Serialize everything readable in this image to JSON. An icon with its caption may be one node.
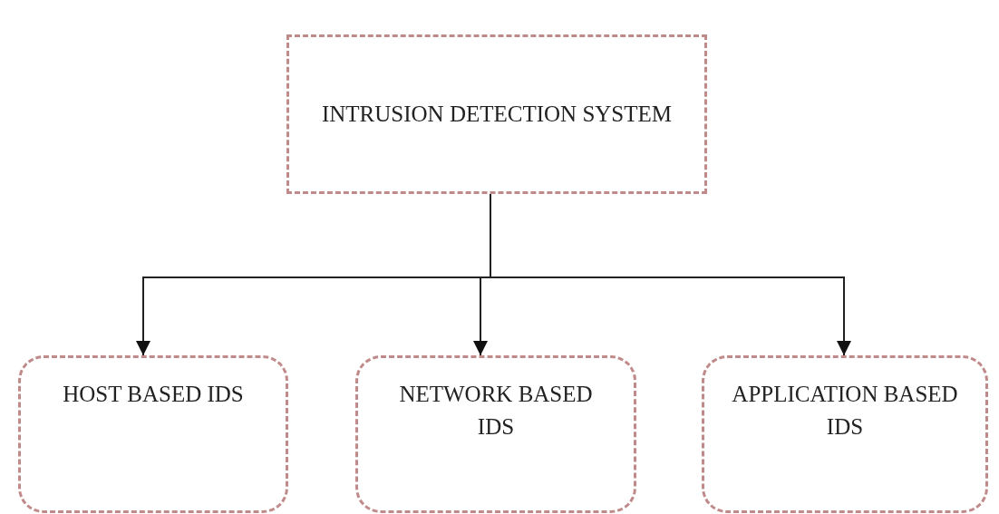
{
  "diagram": {
    "nodes": [
      {
        "text": [
          "INTRUSION DETECTION SYSTEM"
        ]
      },
      {
        "text": [
          "HOST BASED IDS"
        ]
      },
      {
        "text": [
          "NETWORK BASED IDS"
        ]
      },
      {
        "text": [
          "APPLICATION BASED IDS"
        ]
      }
    ],
    "edges": [
      {
        "from": 0,
        "to": 1,
        "arrow": "to"
      },
      {
        "from": 0,
        "to": 2,
        "arrow": "to"
      },
      {
        "from": 0,
        "to": 3,
        "arrow": "to"
      }
    ]
  }
}
